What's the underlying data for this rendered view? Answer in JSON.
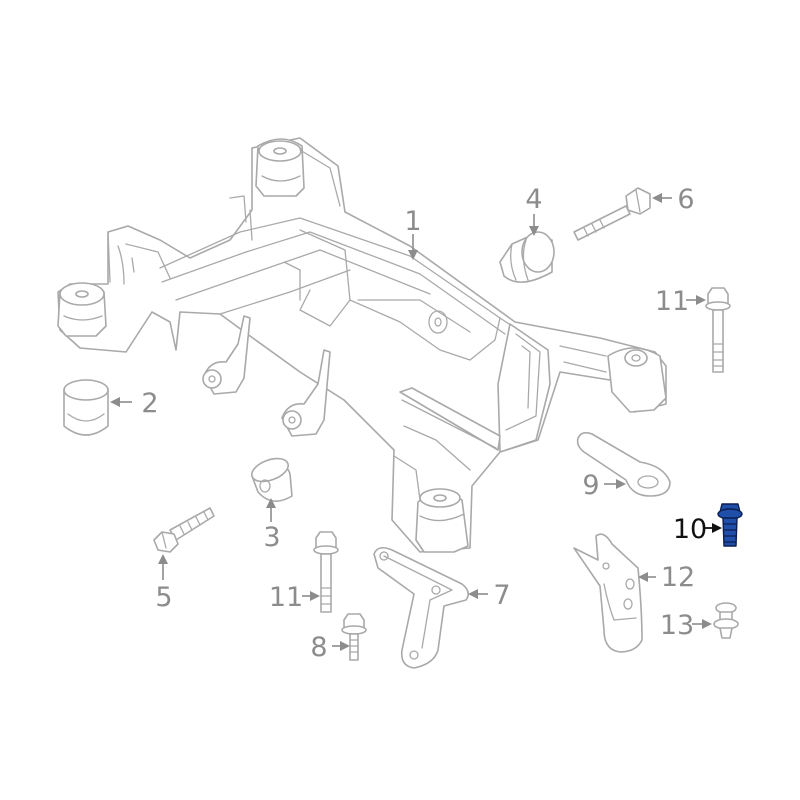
{
  "diagram": {
    "highlight_color": "#1f4fa8",
    "line_color": "#a9a9a9",
    "label_color": "#8c8c8c",
    "highlighted_part": "10",
    "callouts": {
      "c1": "1",
      "c2": "2",
      "c3": "3",
      "c4": "4",
      "c5": "5",
      "c6": "6",
      "c7": "7",
      "c8": "8",
      "c9": "9",
      "c10": "10",
      "c11a": "11",
      "c11b": "11",
      "c12": "12",
      "c13": "13"
    }
  }
}
